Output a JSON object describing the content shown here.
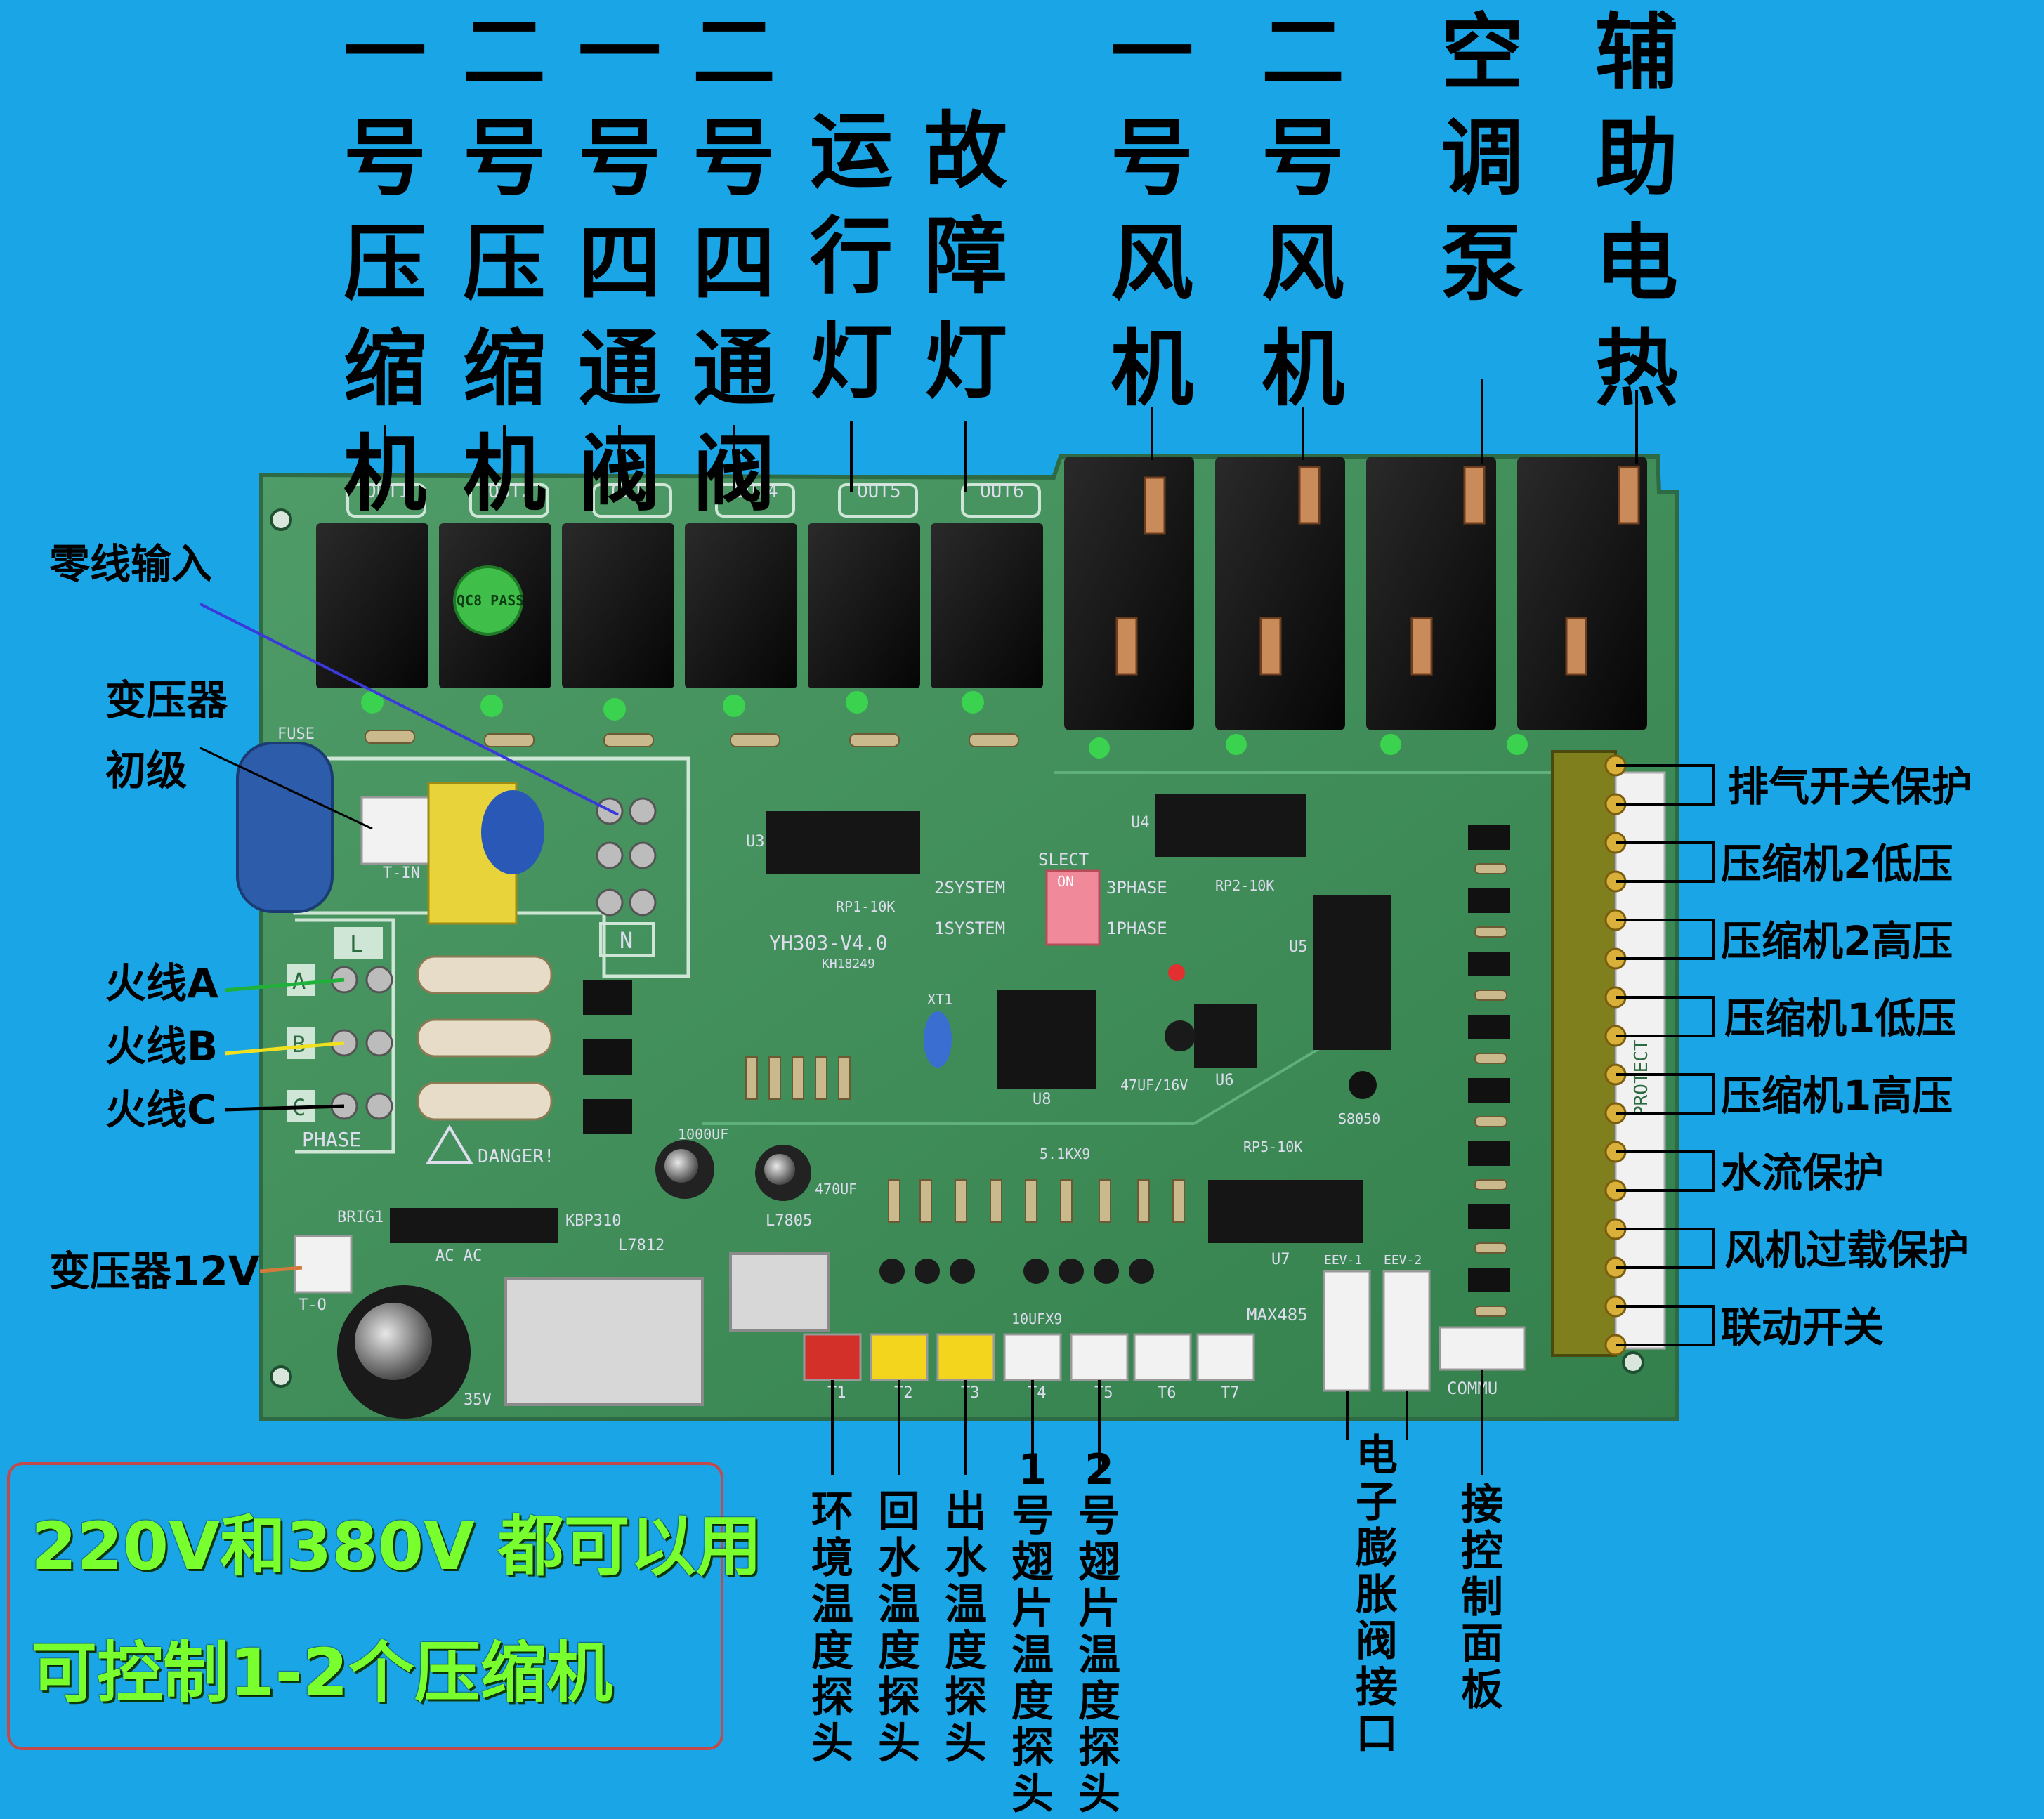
{
  "top_labels": [
    {
      "text": "一号压缩机"
    },
    {
      "text": "二号压缩机"
    },
    {
      "text": "一号四通阀"
    },
    {
      "text": "二号四通阀"
    },
    {
      "text": "运行灯"
    },
    {
      "text": "故障灯"
    },
    {
      "text": "一号风机"
    },
    {
      "text": "二号风机"
    },
    {
      "text": "空调泵"
    },
    {
      "text": "辅助电热"
    }
  ],
  "left_labels": {
    "neutral_in": "零线输入",
    "transformer": "变压器",
    "primary": "初级",
    "live_a": "火线A",
    "live_b": "火线B",
    "live_c": "火线C",
    "transformer_12v": "变压器12V"
  },
  "right_labels": [
    {
      "text": "排气开关保护"
    },
    {
      "text": "压缩机2低压"
    },
    {
      "text": "压缩机2高压"
    },
    {
      "text": "压缩机1低压"
    },
    {
      "text": "压缩机1高压"
    },
    {
      "text": "水流保护"
    },
    {
      "text": "风机过载保护"
    },
    {
      "text": "联动开关"
    }
  ],
  "bottom_labels": [
    {
      "text": "环境温度探头"
    },
    {
      "text": "回水温度探头"
    },
    {
      "text": "出水温度探头"
    },
    {
      "text": "1号翅片温度探头"
    },
    {
      "text": "2号翅片温度探头"
    },
    {
      "text": "电子膨胀阀接口"
    },
    {
      "text": "接控制面板"
    }
  ],
  "notice": {
    "line1": "220V和380V 都可以用",
    "line2": "可控制1-2个压缩机"
  },
  "board": {
    "model": "YH303-V4.0",
    "serial": "KH18249",
    "outputs": [
      "OUT1",
      "OUT2",
      "OUT3",
      "OUT4",
      "OUT5",
      "OUT6"
    ],
    "select_title": "SLECT",
    "select_on": "ON",
    "select_2system": "2SYSTEM",
    "select_1system": "1SYSTEM",
    "select_3phase": "3PHASE",
    "select_1phase": "1PHASE",
    "phase_label": "PHASE",
    "terminal_l": "L",
    "terminal_n": "N",
    "terminal_a": "A",
    "terminal_b": "B",
    "terminal_c": "C",
    "danger": "DANGER!",
    "protect": "PROTECT",
    "fuse": "FUSE",
    "bridge": "KBP310",
    "bridge_ref": "BRIG1",
    "regulator_12": "L7812",
    "regulator_5": "L7805",
    "max485": "MAX485",
    "commu": "COMMU",
    "eev1": "EEV-1",
    "eev2": "EEV-2",
    "sensors": [
      "T1",
      "T2",
      "T3",
      "T4",
      "T5",
      "T6",
      "T7"
    ],
    "qc_text": "QC8 PASS",
    "ac_label": "AC AC",
    "t_in": "T-IN",
    "t_out": "T-O",
    "cap_label": "35V",
    "rp1": "RP1-10K",
    "rp2": "RP2-10K",
    "rp5": "RP5-10K",
    "res_array": "5.1KX9",
    "cap_array": "10UFX9",
    "cap_1000": "1000UF",
    "cap_470": "470UF",
    "cap_47": "47UF/16V",
    "transistor": "S8050",
    "xtal": "XT1",
    "ic_labels": {
      "u3": "U3",
      "u4": "U4",
      "u5": "U5",
      "u6": "U6",
      "u7": "U7",
      "u8": "U8"
    }
  },
  "colors": {
    "background": "#1aa6e6",
    "board": "#3f8f5b",
    "notice_text": "#7aff2e",
    "notice_border": "#c24a4a",
    "terminal": "#8a8a2a",
    "relay": "#111111"
  }
}
